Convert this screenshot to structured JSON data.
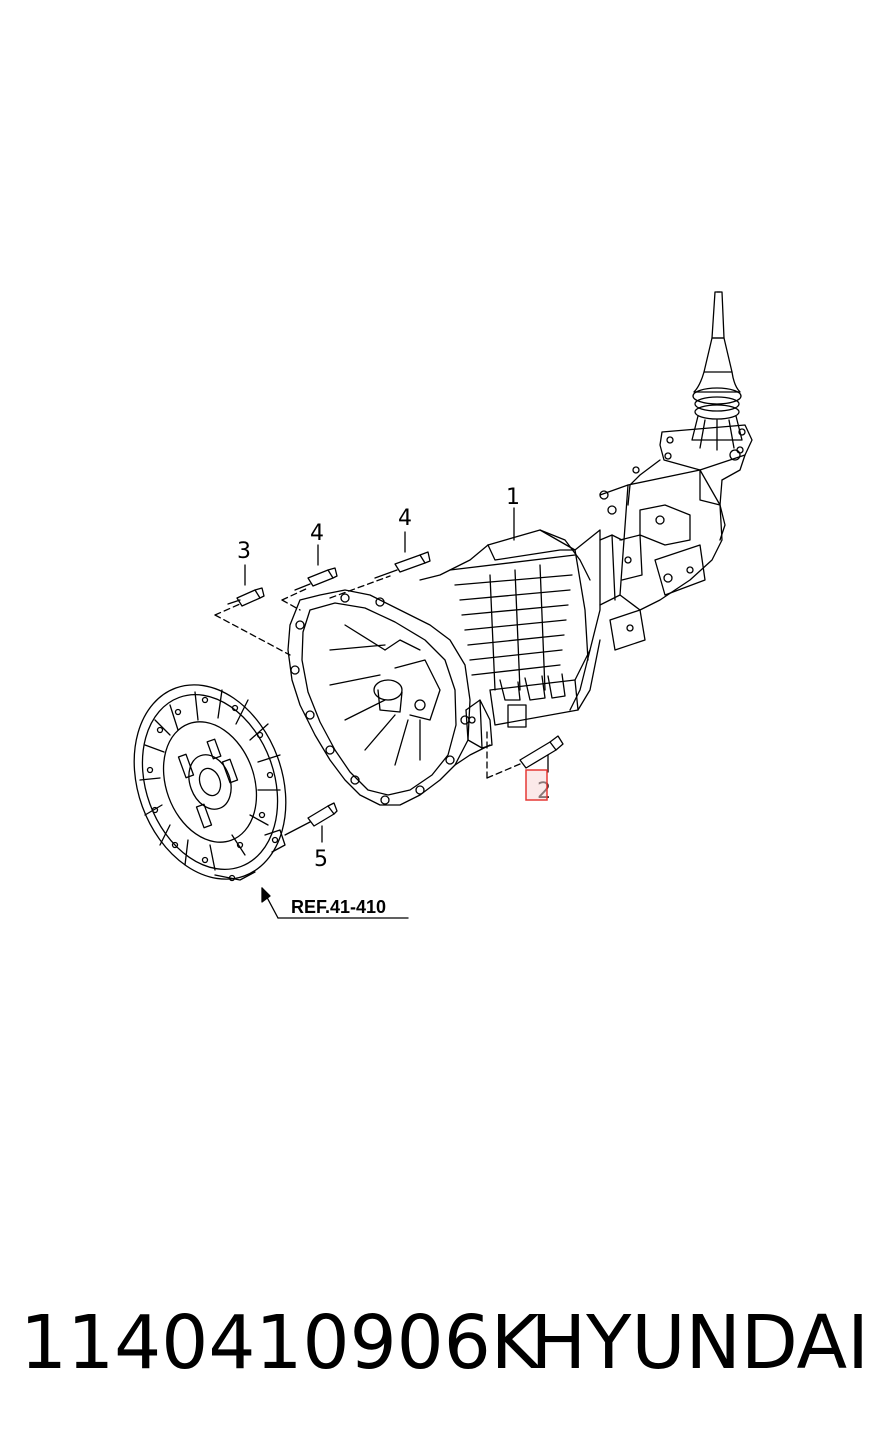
{
  "callouts": {
    "c1": "1",
    "c2": "2",
    "c3": "3",
    "c4a": "4",
    "c4b": "4",
    "c5": "5"
  },
  "reference": "REF.41-410",
  "footer": {
    "part_number": "1140410906K",
    "brand": "HYUNDAI"
  },
  "colors": {
    "line": "#000000",
    "highlight": "#e53935",
    "highlight_fill": "#f8d7d7"
  }
}
